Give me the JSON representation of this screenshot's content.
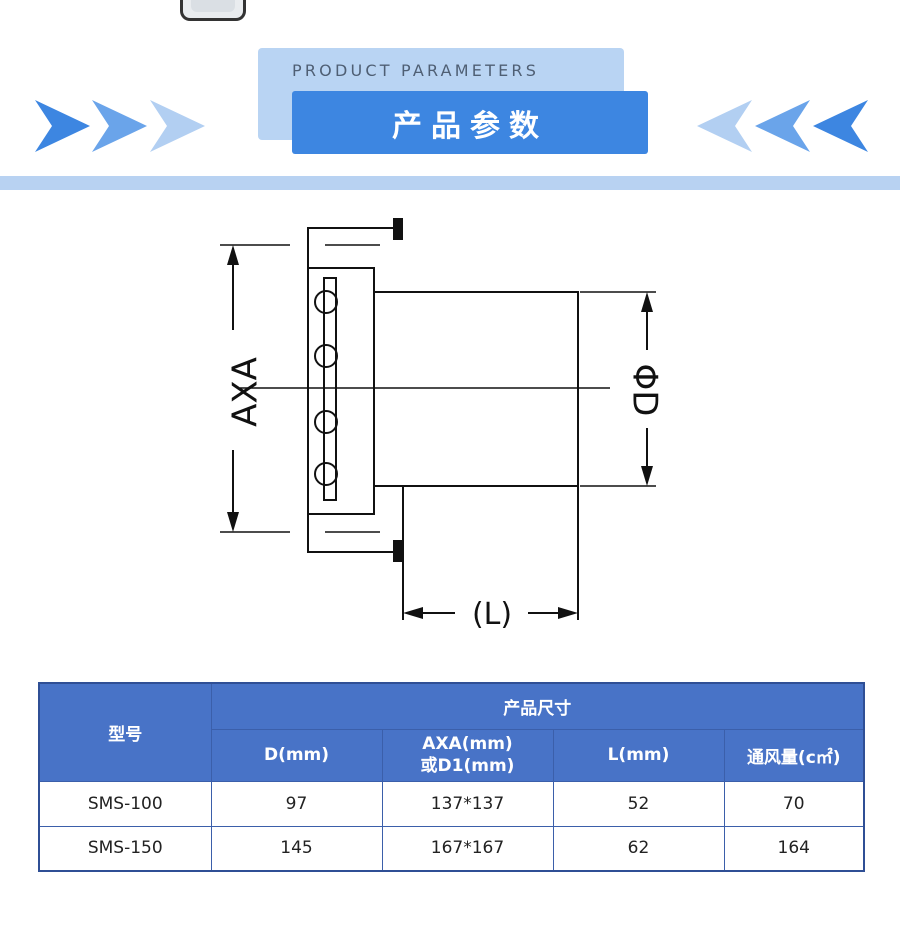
{
  "header": {
    "subtitle": "PRODUCT PARAMETERS",
    "title": "产品参数"
  },
  "colors": {
    "accent_blue": "#3d86e1",
    "light_blue": "#b9d4f3",
    "table_header": "#4873c7"
  },
  "diagram": {
    "label_axa": "AXA",
    "label_d": "ΦD",
    "label_l": "(L)"
  },
  "table": {
    "model_header": "型号",
    "size_group_header": "产品尺寸",
    "columns": [
      "D(mm)",
      "AXA(mm)\n或D1(mm)",
      "L(mm)",
      "通风量(c㎡)"
    ],
    "rows": [
      {
        "model": "SMS-100",
        "d": "97",
        "axa": "137*137",
        "l": "52",
        "airflow": "70"
      },
      {
        "model": "SMS-150",
        "d": "145",
        "axa": "167*167",
        "l": "62",
        "airflow": "164"
      }
    ]
  }
}
